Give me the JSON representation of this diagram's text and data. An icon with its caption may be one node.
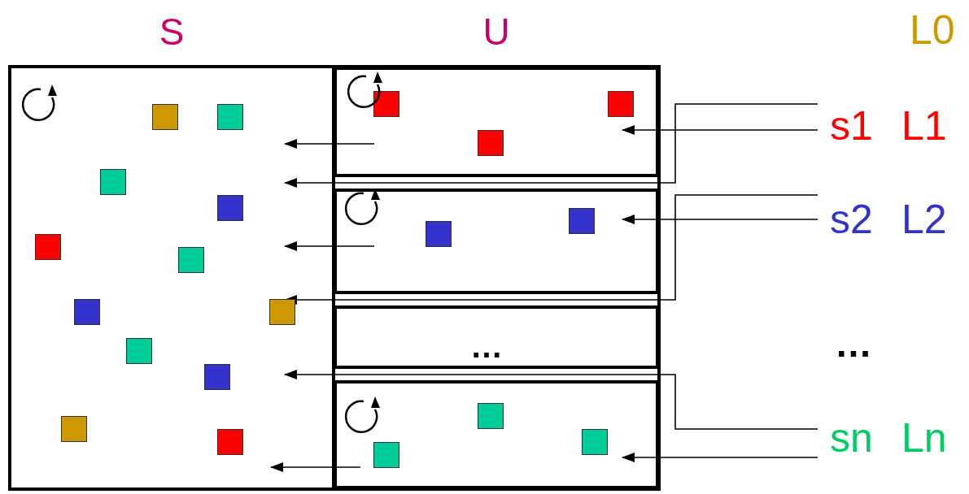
{
  "diagram": {
    "nodes": [
      {
        "text": [
          "S"
        ]
      },
      {
        "text": [
          "U"
        ]
      },
      {
        "text": [],
        "shape": "box",
        "in": 1
      },
      {
        "text": [],
        "shape": "box",
        "in": 1
      },
      {
        "text": [
          "…"
        ],
        "in": 1
      },
      {
        "text": [],
        "shape": "box",
        "in": 1
      },
      {
        "text": [
          "s1",
          "L1"
        ]
      },
      {
        "text": [
          "s2",
          "L2"
        ]
      },
      {
        "text": [
          "sn",
          "Ln"
        ]
      }
    ],
    "edges": [
      {
        "from": 6,
        "to": 0,
        "arrow": "to"
      },
      {
        "from": 6,
        "to": 2,
        "arrow": "to"
      },
      {
        "from": 2,
        "to": 0,
        "arrow": "to"
      },
      {
        "from": 7,
        "to": 0,
        "arrow": "to"
      },
      {
        "from": 7,
        "to": 3,
        "arrow": "to"
      },
      {
        "from": 3,
        "to": 0,
        "arrow": "to"
      },
      {
        "from": 8,
        "to": 0,
        "arrow": "to"
      },
      {
        "from": 8,
        "to": 5,
        "arrow": "to"
      },
      {
        "from": 5,
        "to": 0,
        "arrow": "to"
      }
    ],
    "labels": [
      "L0",
      "…"
    ]
  }
}
